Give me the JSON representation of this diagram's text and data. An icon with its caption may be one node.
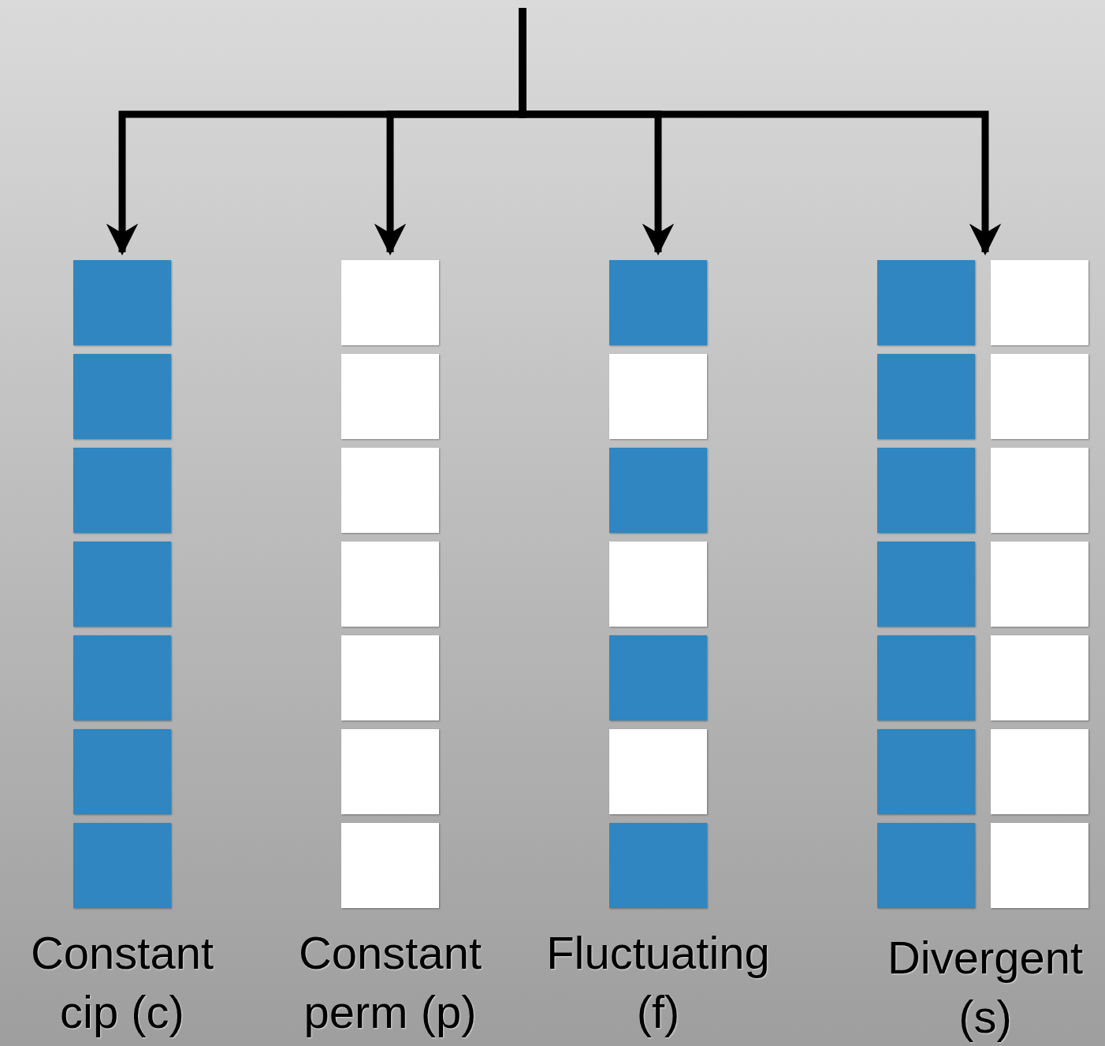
{
  "diagram": {
    "nodes": [
      {
        "text": [
          "Constant cip (c)"
        ]
      },
      {
        "text": [],
        "shape": "box",
        "in": 0
      },
      {
        "text": [],
        "shape": "box",
        "in": 0
      },
      {
        "text": [],
        "shape": "box",
        "in": 0
      },
      {
        "text": [],
        "shape": "box",
        "in": 0
      },
      {
        "text": [],
        "shape": "box",
        "in": 0
      },
      {
        "text": [],
        "shape": "box",
        "in": 0
      },
      {
        "text": [],
        "shape": "box",
        "in": 0
      },
      {
        "text": [
          "Constant perm (p)"
        ]
      },
      {
        "text": [],
        "shape": "box",
        "in": 8
      },
      {
        "text": [],
        "shape": "box",
        "in": 8
      },
      {
        "text": [],
        "shape": "box",
        "in": 8
      },
      {
        "text": [],
        "shape": "box",
        "in": 8
      },
      {
        "text": [],
        "shape": "box",
        "in": 8
      },
      {
        "text": [],
        "shape": "box",
        "in": 8
      },
      {
        "text": [],
        "shape": "box",
        "in": 8
      },
      {
        "text": [
          "Fluctuating (f)"
        ]
      },
      {
        "text": [],
        "shape": "box",
        "in": 16
      },
      {
        "text": [],
        "shape": "box",
        "in": 16
      },
      {
        "text": [],
        "shape": "box",
        "in": 16
      },
      {
        "text": [],
        "shape": "box",
        "in": 16
      },
      {
        "text": [],
        "shape": "box",
        "in": 16
      },
      {
        "text": [],
        "shape": "box",
        "in": 16
      },
      {
        "text": [],
        "shape": "box",
        "in": 16
      },
      {
        "text": [
          "Divergent (s)"
        ]
      },
      {
        "text": [],
        "shape": "box",
        "in": 24
      },
      {
        "text": [],
        "shape": "box",
        "in": 24
      },
      {
        "text": [],
        "shape": "box",
        "in": 24
      },
      {
        "text": [],
        "shape": "box",
        "in": 24
      },
      {
        "text": [],
        "shape": "box",
        "in": 24
      },
      {
        "text": [],
        "shape": "box",
        "in": 24
      },
      {
        "text": [],
        "shape": "box",
        "in": 24
      },
      {
        "text": [],
        "shape": "box",
        "in": 24
      },
      {
        "text": [],
        "shape": "box",
        "in": 24
      },
      {
        "text": [],
        "shape": "box",
        "in": 24
      },
      {
        "text": [],
        "shape": "box",
        "in": 24
      },
      {
        "text": [],
        "shape": "box",
        "in": 24
      },
      {
        "text": [],
        "shape": "box",
        "in": 24
      },
      {
        "text": [],
        "shape": "box",
        "in": 24
      }
    ],
    "edges": [
      {
        "from": null,
        "to": 0,
        "arrow": "to"
      },
      {
        "from": null,
        "to": 8,
        "arrow": "to"
      },
      {
        "from": null,
        "to": 16,
        "arrow": "to"
      },
      {
        "from": null,
        "to": 24,
        "arrow": "to"
      }
    ]
  }
}
